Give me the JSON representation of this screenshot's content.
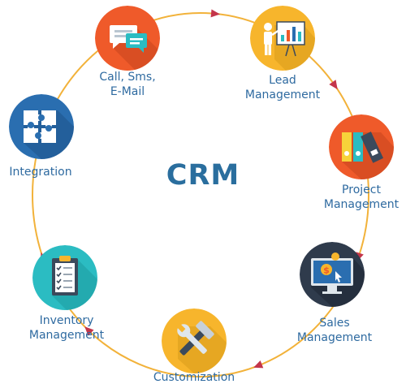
{
  "title": "CRM",
  "colors": {
    "ring": "#f2b23a",
    "arrow": "#c4354a",
    "title": "#2a6e9e",
    "label": "#2e6aa0"
  },
  "nodes": [
    {
      "id": "call",
      "lines": [
        "Call, Sms,",
        "E-Mail"
      ],
      "color": "#ef5a2a",
      "icon": "chat-bubbles-icon"
    },
    {
      "id": "lead",
      "lines": [
        "Lead",
        "Management"
      ],
      "color": "#f7b52c",
      "icon": "presenter-chart-icon"
    },
    {
      "id": "project",
      "lines": [
        "Project",
        "Management"
      ],
      "color": "#ef5a2a",
      "icon": "binders-icon"
    },
    {
      "id": "sales",
      "lines": [
        "Sales",
        "Management"
      ],
      "color": "#2f3b4c",
      "icon": "monitor-dollar-icon"
    },
    {
      "id": "custom",
      "lines": [
        "Customization"
      ],
      "color": "#f7b52c",
      "icon": "wrench-hammer-icon"
    },
    {
      "id": "inventory",
      "lines": [
        "Inventory",
        "Management"
      ],
      "color": "#2bbcc2",
      "icon": "clipboard-checklist-icon"
    },
    {
      "id": "integration",
      "lines": [
        "Integration"
      ],
      "color": "#2a6eb0",
      "icon": "puzzle-pieces-icon"
    }
  ]
}
